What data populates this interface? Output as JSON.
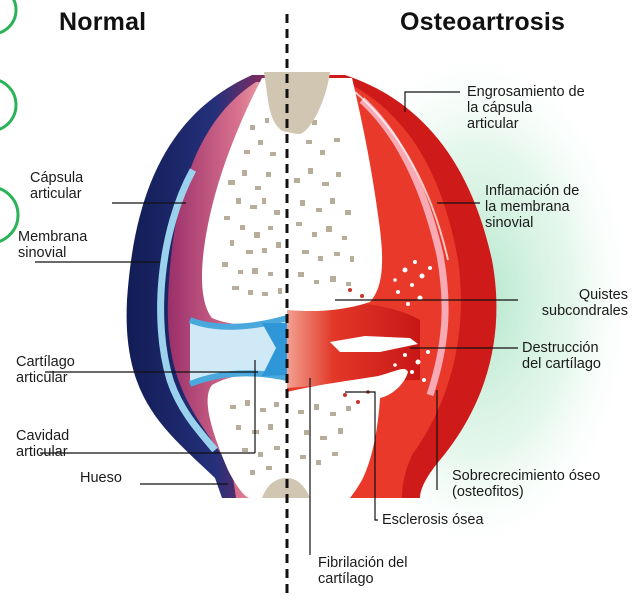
{
  "headings": {
    "left": "Normal",
    "right": "Osteoartrosis"
  },
  "labels_left": {
    "capsula": "Cápsula\narticular",
    "membrana": "Membrana\nsinovial",
    "cartilago": "Cartílago\narticular",
    "cavidad": "Cavidad\narticular",
    "hueso": "Hueso"
  },
  "labels_right": {
    "engrosamiento": "Engrosamiento  de\nla cápsula\narticular",
    "inflamacion": "Inflamación de\nla membrana\nsinovial",
    "quistes": "Quistes\nsubcondrales",
    "destruccion": "Destrucción\ndel cartílago",
    "sobrecrecimiento": "Sobrecrecimiento óseo\n(osteofitos)",
    "esclerosis": "Esclerosis ósea",
    "fibrilacion": "Fibrilación del\ncartílago"
  },
  "colors": {
    "capsule_normal": "#1c2a6b",
    "capsule_inflamed": "#d42020",
    "synovial_normal": "#8fcbe8",
    "cartilage": "#4aa8dc",
    "bone": "#ffffff",
    "trabecular": "#b7ad9a",
    "bone_tip": "#d0c6b2",
    "glow": "#7fd3a4",
    "badge_green": "#2bb357"
  }
}
